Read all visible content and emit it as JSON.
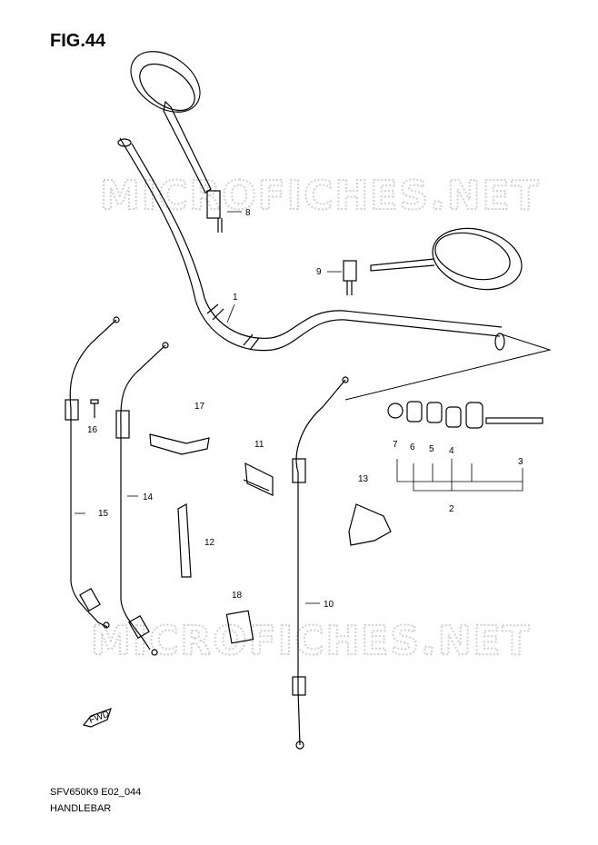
{
  "figure": {
    "title": "FIG.44",
    "model_code": "SFV650K9 E02_044",
    "section_name": "HANDLEBAR",
    "watermark": "MICROFICHES.NET"
  },
  "callouts": [
    "1",
    "2",
    "3",
    "4",
    "5",
    "6",
    "7",
    "8",
    "9",
    "10",
    "11",
    "12",
    "13",
    "14",
    "15",
    "16",
    "17",
    "18"
  ],
  "fwd_label": "FWD"
}
